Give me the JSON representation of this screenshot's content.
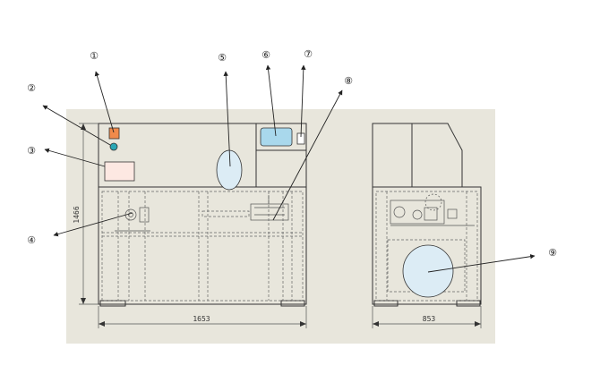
{
  "diagram": {
    "callouts": [
      {
        "id": "c1",
        "label": "①"
      },
      {
        "id": "c2",
        "label": "②"
      },
      {
        "id": "c3",
        "label": "③"
      },
      {
        "id": "c4",
        "label": "④"
      },
      {
        "id": "c5",
        "label": "⑤"
      },
      {
        "id": "c6",
        "label": "⑥"
      },
      {
        "id": "c7",
        "label": "⑦"
      },
      {
        "id": "c8",
        "label": "⑧"
      },
      {
        "id": "c9",
        "label": "⑨"
      }
    ],
    "dimensions": {
      "height": "1466",
      "front_width": "1653",
      "side_width": "853"
    },
    "colors": {
      "panel_bg": "#e8e6dc",
      "orange": "#f08a4b",
      "teal": "#2aa7b5",
      "pink": "#fde8e2",
      "light_blue": "#dcecf5",
      "screen_blue": "#a9d8ec"
    }
  }
}
